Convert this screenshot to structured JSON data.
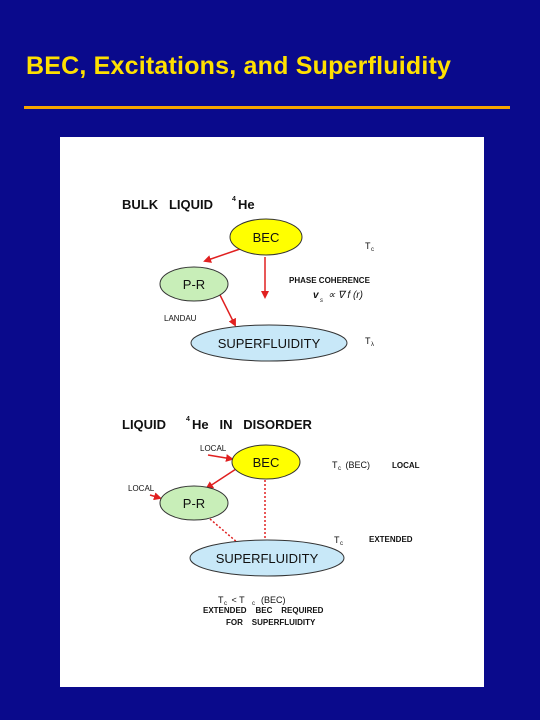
{
  "slide": {
    "title": "BEC, Excitations, and Superfluidity"
  },
  "colors": {
    "background": "#0a0a8c",
    "title": "#ffe000",
    "rule": "#f5a500",
    "bec_fill": "#ffff00",
    "pr_fill": "#c8eeb8",
    "superfluid_fill": "#c8e8f8",
    "arrow": "#e02020"
  },
  "figure": {
    "bulk": {
      "heading": "BULK   LIQUID",
      "isotope_sup": "4",
      "isotope": "He",
      "bec": "BEC",
      "tc_main": "T",
      "tc_sub": "c",
      "pr": "P-R",
      "phase_coherence": "PHASE COHERENCE",
      "equation": "v",
      "equation_sub": "s",
      "equation_rest": "∝ ∇ f (r)",
      "landau": "LANDAU",
      "superfluidity": "SUPERFLUIDITY",
      "tl_main": "T",
      "tl_sub": "λ"
    },
    "disorder": {
      "heading_a": "LIQUID",
      "isotope_sup": "4",
      "heading_b": "He   IN   DISORDER",
      "local_top": "LOCAL",
      "bec": "BEC",
      "tbec_label": "T",
      "tbec_sub": "c",
      "tbec_rest": " (BEC)",
      "local_right": "LOCAL",
      "local_left": "LOCAL",
      "pr": "P-R",
      "tc_main": "T",
      "tc_sub": "c",
      "extended": "EXTENDED",
      "superfluidity": "SUPERFLUIDITY",
      "ineq_a": "T",
      "ineq_a_sub": "c",
      "ineq_mid": " < T",
      "ineq_b_sub": "c",
      "ineq_rest": "  (BEC)",
      "note_line1": "EXTENDED    BEC    REQUIRED",
      "note_line2": "FOR    SUPERFLUIDITY"
    }
  }
}
